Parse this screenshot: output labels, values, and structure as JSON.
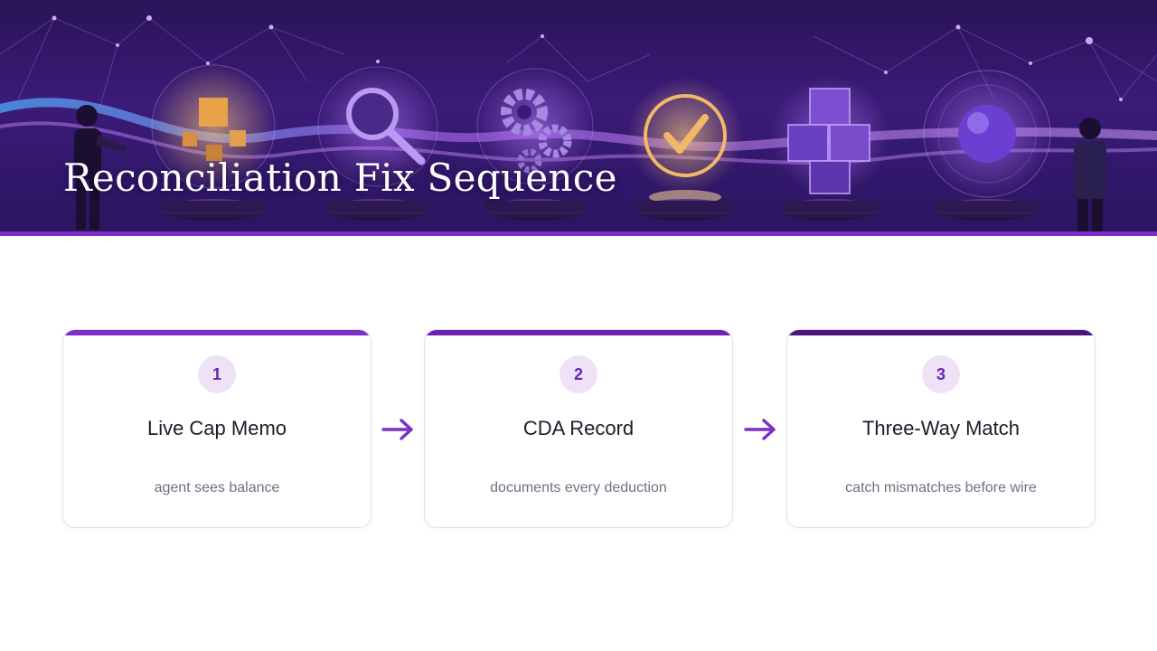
{
  "header": {
    "title": "Reconciliation Fix Sequence",
    "banner_icons": [
      "cubes-icon",
      "magnifier-icon",
      "gears-icon",
      "checkmark-icon",
      "stacked-cubes-icon",
      "orb-icon"
    ]
  },
  "colors": {
    "accent": "#7a2fc8",
    "accent_dark": "#4a1580",
    "badge_bg": "#efe2f7",
    "badge_text": "#6a22b0",
    "title_text": "#1c1c2a",
    "desc_text": "#6d7283"
  },
  "steps": [
    {
      "number": "1",
      "title": "Live Cap Memo",
      "description": "agent sees balance"
    },
    {
      "number": "2",
      "title": "CDA Record",
      "description": "documents every deduction"
    },
    {
      "number": "3",
      "title": "Three-Way Match",
      "description": "catch mismatches before wire"
    }
  ]
}
